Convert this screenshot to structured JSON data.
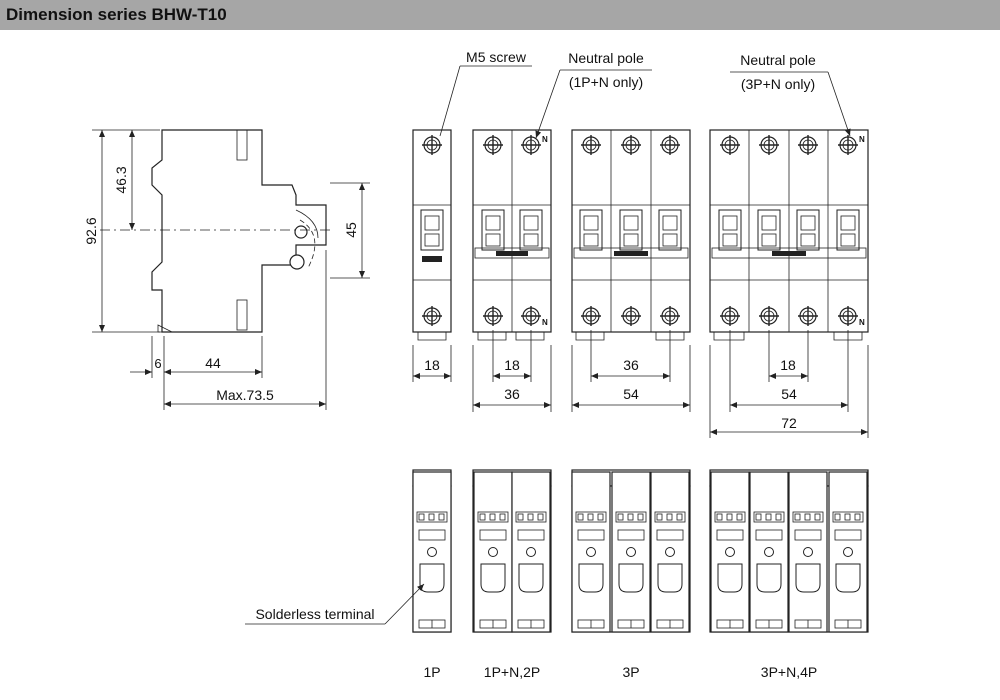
{
  "header": {
    "title": "Dimension series BHW-T10"
  },
  "callouts": {
    "m5_screw": "M5 screw",
    "neutral_1p_line1": "Neutral pole",
    "neutral_1p_line2": "(1P+N only)",
    "neutral_3p_line1": "Neutral pole",
    "neutral_3p_line2": "(3P+N only)",
    "solderless_terminal": "Solderless terminal",
    "neutral_mark": "N"
  },
  "side_view": {
    "height_total": "92.6",
    "height_upper": "46.3",
    "height_mid": "45",
    "depth_small": "6",
    "depth_44": "44",
    "depth_max": "Max.73.5"
  },
  "front_views": {
    "w_1p": "18",
    "w_2p_pitch": "18",
    "w_2p_total": "36",
    "w_3p_pitch": "36",
    "w_3p_total": "54",
    "w_4p_pitch": "18",
    "w_4p_mid": "54",
    "w_4p_total": "72"
  },
  "captions": {
    "p1": "1P",
    "p2": "1P+N,2P",
    "p3": "3P",
    "p4": "3P+N,4P"
  }
}
